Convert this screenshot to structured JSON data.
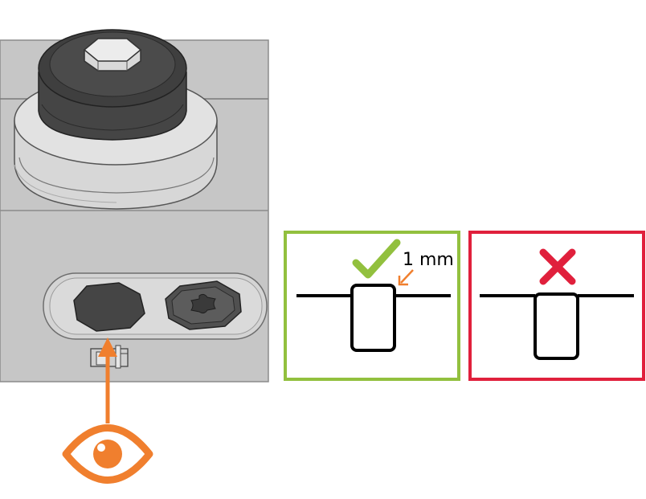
{
  "colors": {
    "background": "#ffffff",
    "panel_gray": "#c8c8c8",
    "edge_gray": "#9a9a9a",
    "dark_cap": "#4a4a4a",
    "correct_green": "#92c03e",
    "wrong_red": "#e0203c",
    "annotation_orange": "#f07f2e",
    "line_black": "#000000"
  },
  "icons": {
    "check": "check-mark-icon",
    "cross": "cross-mark-icon",
    "eye": "eye-icon",
    "arrow": "arrow-up-icon"
  },
  "correct_panel": {
    "status": "correct",
    "gap_label": "1 mm"
  },
  "wrong_panel": {
    "status": "incorrect"
  }
}
